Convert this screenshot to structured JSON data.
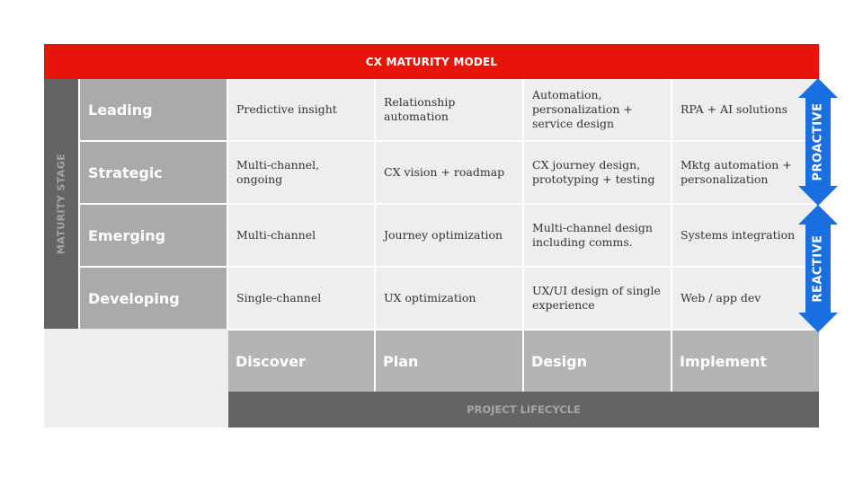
{
  "title": "CX MATURITY MODEL",
  "y_axis_label": "MATURITY STAGE",
  "x_axis_label": "PROJECT LIFECYCLE",
  "phases": [
    "Discover",
    "Plan",
    "Design",
    "Implement"
  ],
  "stages": [
    {
      "label": "Leading",
      "cells": [
        "Predictive insight",
        "Relationship automation",
        "Automation, personalization + service design",
        "RPA + AI solutions"
      ]
    },
    {
      "label": "Strategic",
      "cells": [
        "Multi-channel, ongoing",
        "CX vision + roadmap",
        "CX journey design, prototyping + testing",
        "Mktg automation + personalization"
      ]
    },
    {
      "label": "Emerging",
      "cells": [
        "Multi-channel",
        "Journey optimization",
        "Multi-channel design including comms.",
        "Systems integration"
      ]
    },
    {
      "label": "Developing",
      "cells": [
        "Single-channel",
        "UX optimization",
        "UX/UI design of single experience",
        "Web / app dev"
      ]
    }
  ],
  "arrows": [
    {
      "label": "PROACTIVE",
      "color": "#1a6fe0"
    },
    {
      "label": "REACTIVE",
      "color": "#1a6fe0"
    }
  ],
  "colors": {
    "title_bar": "#e8140a",
    "axis_dark": "#646464",
    "stage_label_bg": "#aaaaaa",
    "phase_bg": "#b4b4b4",
    "cell_bg": "#eeeeee",
    "arrow": "#1a6fe0"
  }
}
